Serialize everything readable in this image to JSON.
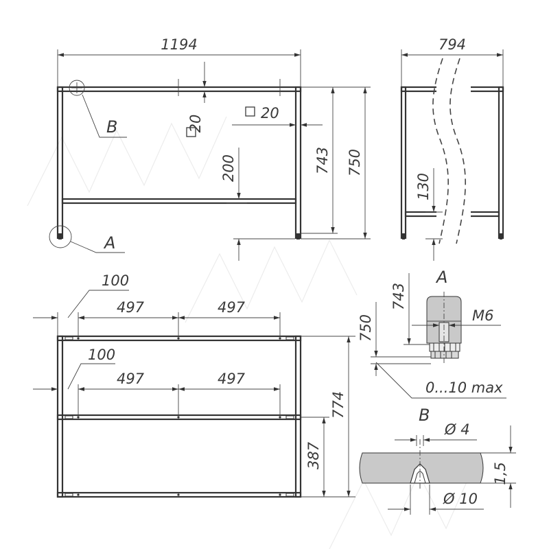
{
  "drawing": {
    "front_view": {
      "width": "1194",
      "profile_top": "20",
      "profile_side": "20",
      "shelf_height": "200",
      "inner_height": "743",
      "total_height": "750",
      "callout_a": "A",
      "callout_b": "B"
    },
    "side_view": {
      "depth": "794",
      "shelf_height": "130"
    },
    "top_view": {
      "offset_top": "100",
      "span_top_1": "497",
      "span_top_2": "497",
      "offset_mid": "100",
      "span_mid_1": "497",
      "span_mid_2": "497",
      "depth": "774",
      "half_depth": "387"
    },
    "detail_a": {
      "label": "A",
      "thread": "M6",
      "inner_height": "743",
      "total_height": "750",
      "adjust_range": "0...10 max"
    },
    "detail_b": {
      "label": "B",
      "hole_diameter": "Ø 4",
      "head_diameter": "Ø 10",
      "thickness": "1,5"
    }
  }
}
